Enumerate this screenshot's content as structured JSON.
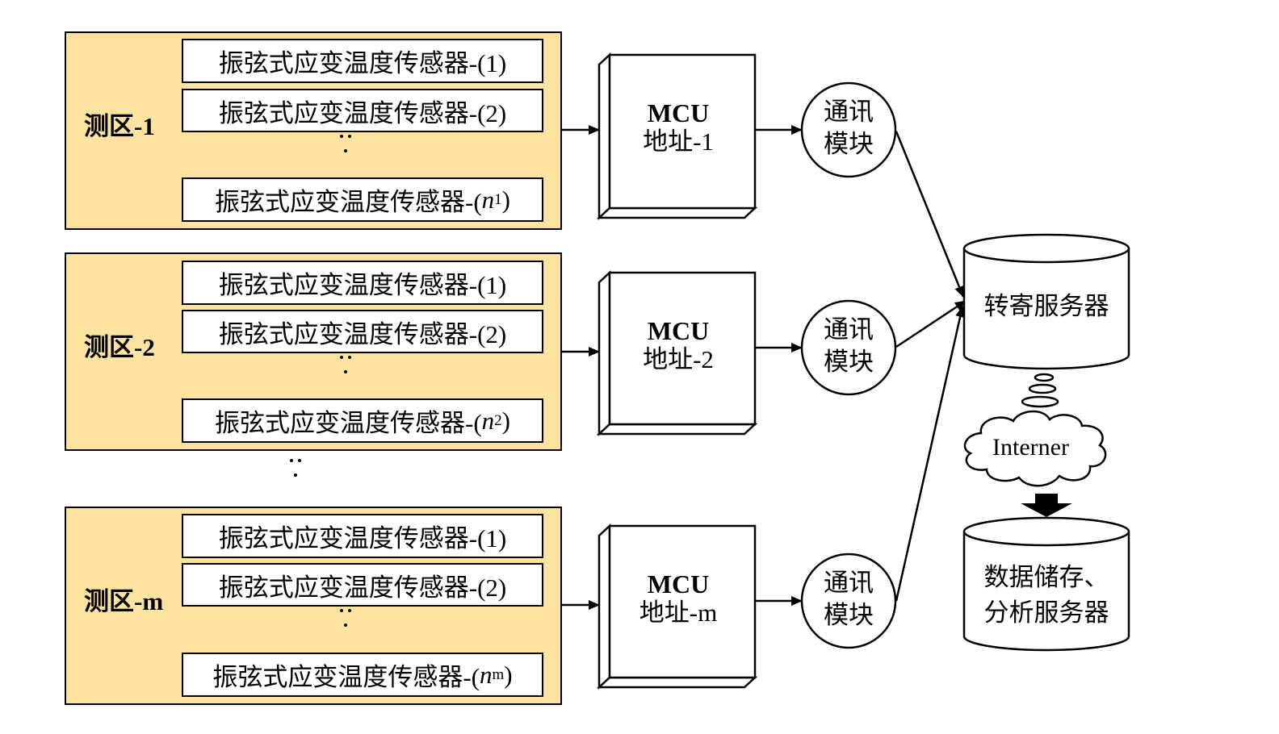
{
  "zones": [
    {
      "label": "测区-1",
      "sensors": [
        "振弦式应变温度传感器-(1)",
        "振弦式应变温度传感器-(2)"
      ],
      "last_sensor_prefix": "振弦式应变温度传感器-(",
      "last_sensor_var": "n",
      "last_sensor_sub": "1",
      "last_sensor_suffix": ")",
      "mcu": {
        "title": "MCU",
        "address": "地址-1"
      },
      "comm": {
        "line1": "通讯",
        "line2": "模块"
      }
    },
    {
      "label": "测区-2",
      "sensors": [
        "振弦式应变温度传感器-(1)",
        "振弦式应变温度传感器-(2)"
      ],
      "last_sensor_prefix": "振弦式应变温度传感器-(",
      "last_sensor_var": "n",
      "last_sensor_sub": "2",
      "last_sensor_suffix": ")",
      "mcu": {
        "title": "MCU",
        "address": "地址-2"
      },
      "comm": {
        "line1": "通讯",
        "line2": "模块"
      }
    },
    {
      "label": "测区-m",
      "sensors": [
        "振弦式应变温度传感器-(1)",
        "振弦式应变温度传感器-(2)"
      ],
      "last_sensor_prefix": "振弦式应变温度传感器-(",
      "last_sensor_var": "n",
      "last_sensor_sub": "m",
      "last_sensor_suffix": ")",
      "mcu": {
        "title": "MCU",
        "address": "地址-m"
      },
      "comm": {
        "line1": "通讯",
        "line2": "模块"
      }
    }
  ],
  "relay_server": {
    "label": "转寄服务器"
  },
  "internet": {
    "label": "Interner"
  },
  "storage_server": {
    "line1": "数据储存、",
    "line2": "分析服务器"
  },
  "colors": {
    "zone_fill": "#fde3a0",
    "stroke": "#000000",
    "box_fill": "#ffffff"
  }
}
